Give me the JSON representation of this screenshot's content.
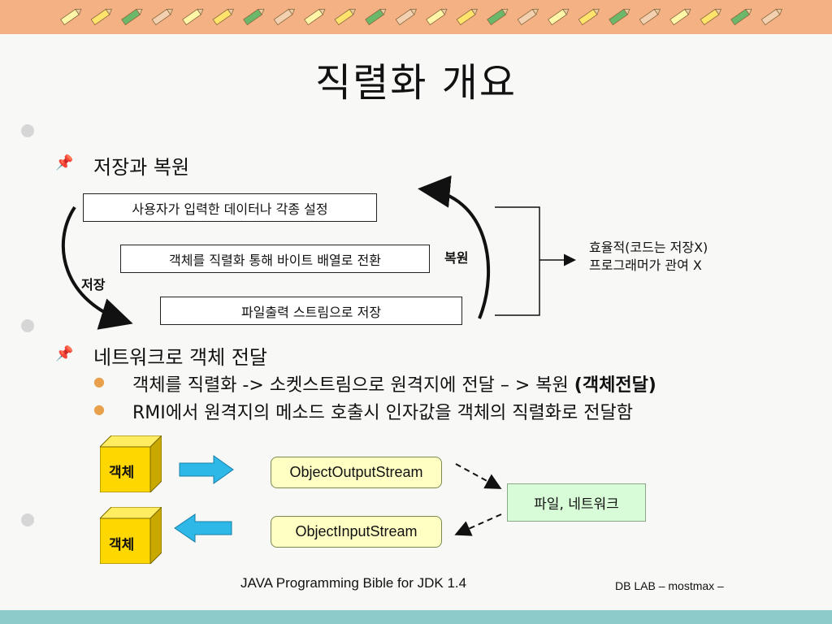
{
  "title": "직렬화 개요",
  "sections": [
    {
      "heading": "저장과 복원"
    },
    {
      "heading": "네트워크로 객체 전달",
      "bullets": [
        {
          "text": "객체를 직렬화 -> 소켓스트림으로 원격지에 전달 – > 복원 ",
          "bold": "(객체전달)"
        },
        {
          "text": "RMI에서 원격지의 메소드 호출시 인자값을 객체의 직렬화로 전달함"
        }
      ]
    }
  ],
  "diagram1": {
    "boxes": [
      "사용자가 입력한 데이터나 각종 설정",
      "객체를 직렬화 통해 바이트 배열로 전환",
      "파일출력 스트림으로 저장"
    ],
    "save_label": "저장",
    "restore_label": "복원",
    "result_lines": [
      "효율적(코드는 저장X)",
      "프로그래머가 관여 X"
    ]
  },
  "diagram2": {
    "object_label": "객체",
    "output_stream": "ObjectOutputStream",
    "input_stream": "ObjectInputStream",
    "target": "파일, 네트워크"
  },
  "footer": {
    "book": "JAVA Programming Bible for JDK 1.4",
    "lab": "DB LAB  – mostmax –"
  },
  "icons": {
    "section_bullet": "pushpin-icon",
    "sub_bullet": "dot-icon"
  },
  "colors": {
    "top_band": "#f4b183",
    "bottom_band": "#8ccbc9",
    "cube": "#ffd700",
    "arrow": "#2db8e8",
    "stream_bg": "#ffffc4",
    "target_bg": "#d8fcd8"
  }
}
